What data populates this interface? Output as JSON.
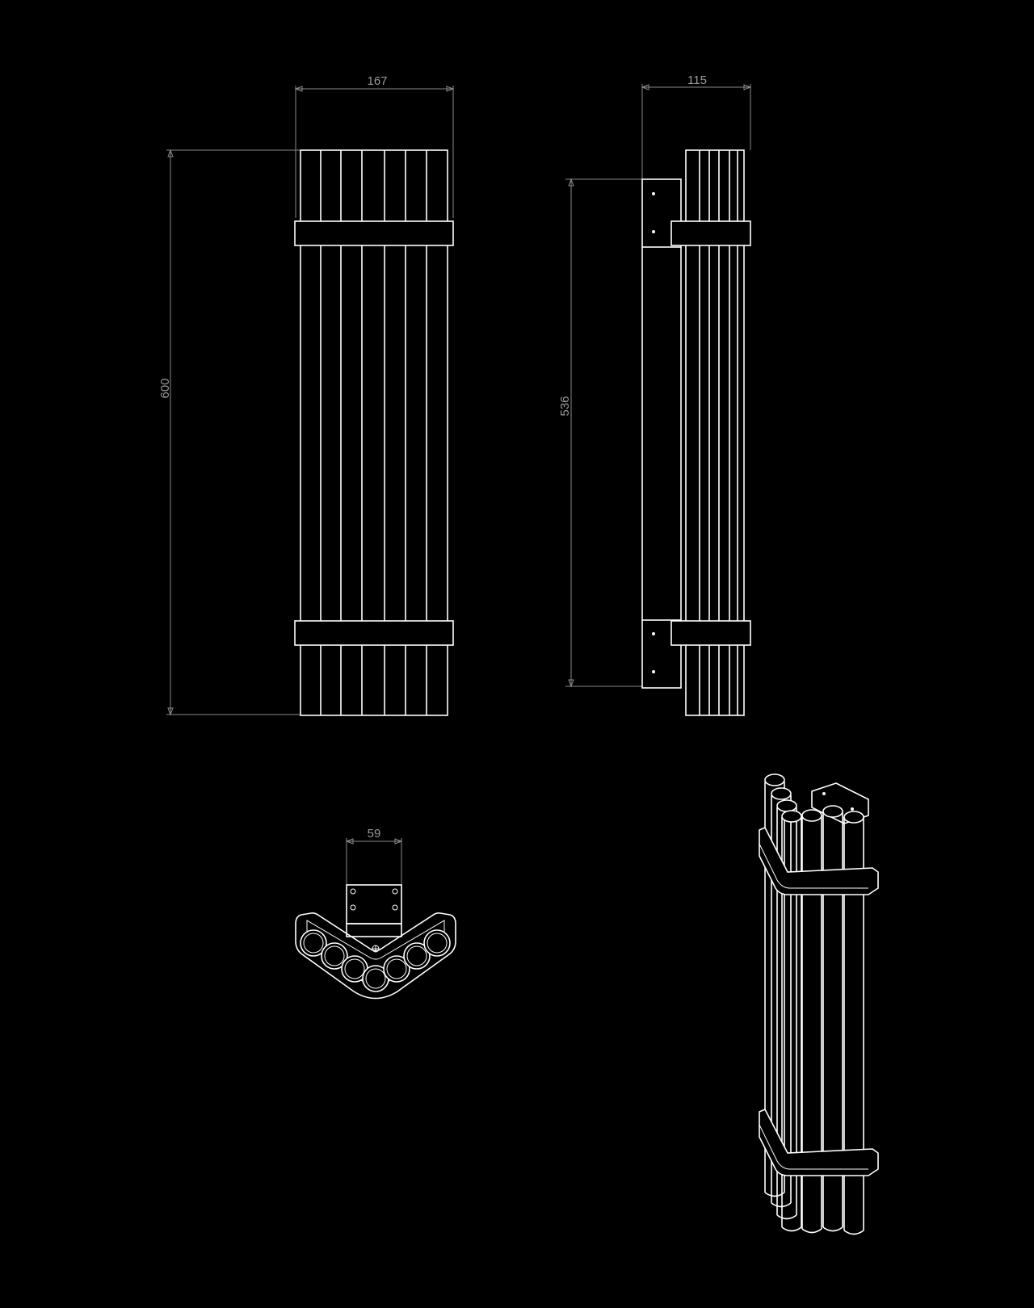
{
  "dimensions": {
    "front_width": "167",
    "front_height": "600",
    "side_depth": "115",
    "side_mount_height": "536",
    "top_bracket_width": "59"
  },
  "colors": {
    "background": "#000000",
    "line": "#ffffff",
    "dimension": "#8a8a8a"
  }
}
